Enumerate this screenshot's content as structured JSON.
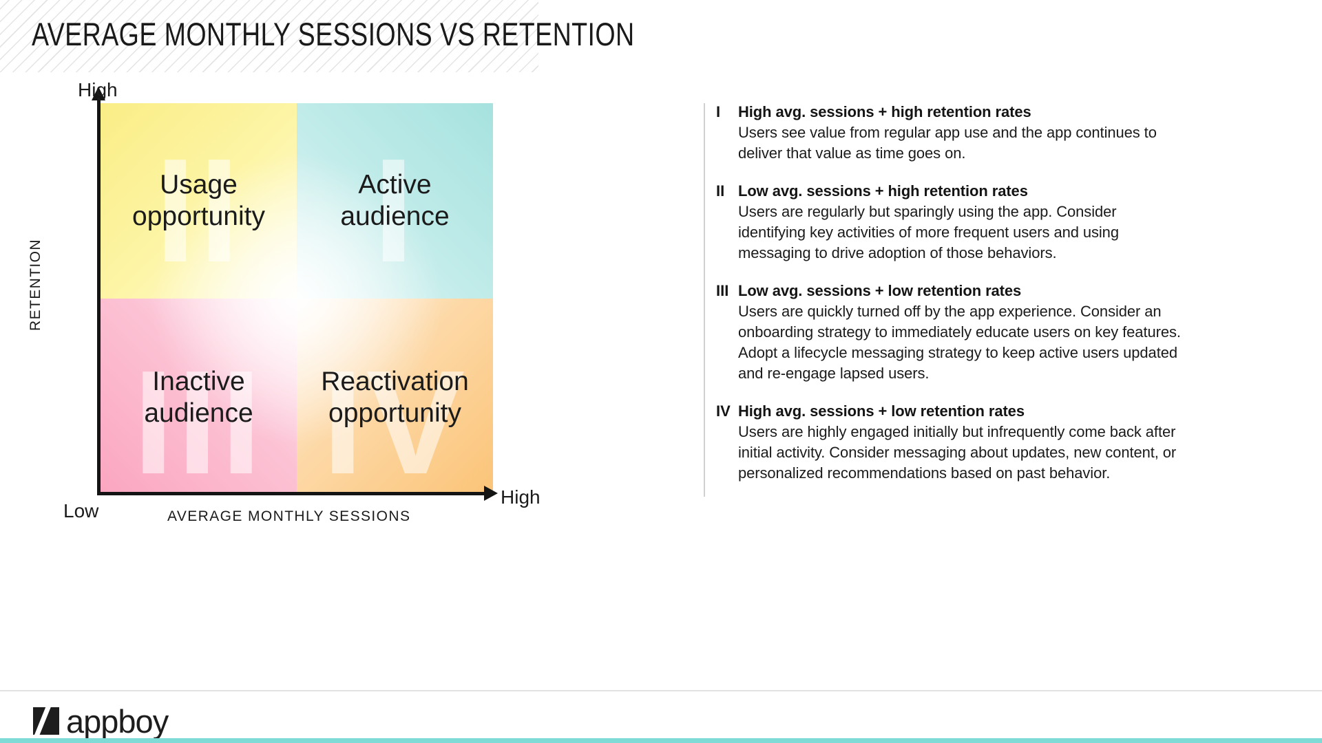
{
  "header": {
    "title": "AVERAGE MONTHLY SESSIONS VS RETENTION"
  },
  "axes": {
    "y_title": "RETENTION",
    "y_high": "High",
    "x_title": "AVERAGE MONTHLY SESSIONS",
    "x_low": "Low",
    "x_high": "High"
  },
  "quadrants": [
    {
      "numeral": "II",
      "label_line1": "Usage",
      "label_line2": "opportunity",
      "color": "#faed86",
      "position": "top-left"
    },
    {
      "numeral": "I",
      "label_line1": "Active",
      "label_line2": "audience",
      "color": "#a6e2df",
      "position": "top-right"
    },
    {
      "numeral": "III",
      "label_line1": "Inactive",
      "label_line2": "audience",
      "color": "#fba6c0",
      "position": "bottom-left"
    },
    {
      "numeral": "IV",
      "label_line1": "Reactivation",
      "label_line2": "opportunity",
      "color": "#fbc478",
      "position": "bottom-right"
    }
  ],
  "legend": [
    {
      "numeral": "I",
      "heading": "High avg. sessions + high retention rates",
      "body": "Users see value from regular app use and the app continues to deliver that value as time goes on."
    },
    {
      "numeral": "II",
      "heading": "Low avg. sessions + high retention rates",
      "body": "Users are regularly but sparingly using the app. Consider identifying key activities of more frequent users and using messaging to drive adoption of those behaviors."
    },
    {
      "numeral": "III",
      "heading": "Low avg. sessions + low retention rates",
      "body": "Users are quickly turned off by the app experience. Consider an onboarding strategy to immediately educate users on key features. Adopt a lifecycle messaging strategy to keep active users updated and re-engage lapsed users."
    },
    {
      "numeral": "IV",
      "heading": "High avg. sessions + low retention rates",
      "body": "Users are highly engaged initially but infrequently come back after initial activity. Consider messaging about updates, new content, or personalized recommendations based on past behavior."
    }
  ],
  "footer": {
    "logo_text": "appboy",
    "accent_color": "#7fdbd5"
  },
  "chart_data": {
    "type": "scatter",
    "title": "AVERAGE MONTHLY SESSIONS VS RETENTION",
    "subtype": "2x2-quadrant-matrix",
    "xlabel": "AVERAGE MONTHLY SESSIONS",
    "ylabel": "RETENTION",
    "x_ticks": [
      "Low",
      "High"
    ],
    "y_ticks": [
      "Low",
      "High"
    ],
    "xlim": [
      "Low",
      "High"
    ],
    "ylim": [
      "Low",
      "High"
    ],
    "grid": false,
    "legend_position": "right",
    "quadrants": [
      {
        "id": "I",
        "x": "High",
        "y": "High",
        "name": "Active audience",
        "color": "#a6e2df"
      },
      {
        "id": "II",
        "x": "Low",
        "y": "High",
        "name": "Usage opportunity",
        "color": "#faed86"
      },
      {
        "id": "III",
        "x": "Low",
        "y": "Low",
        "name": "Inactive audience",
        "color": "#fba6c0"
      },
      {
        "id": "IV",
        "x": "High",
        "y": "Low",
        "name": "Reactivation opportunity",
        "color": "#fbc478"
      }
    ]
  }
}
